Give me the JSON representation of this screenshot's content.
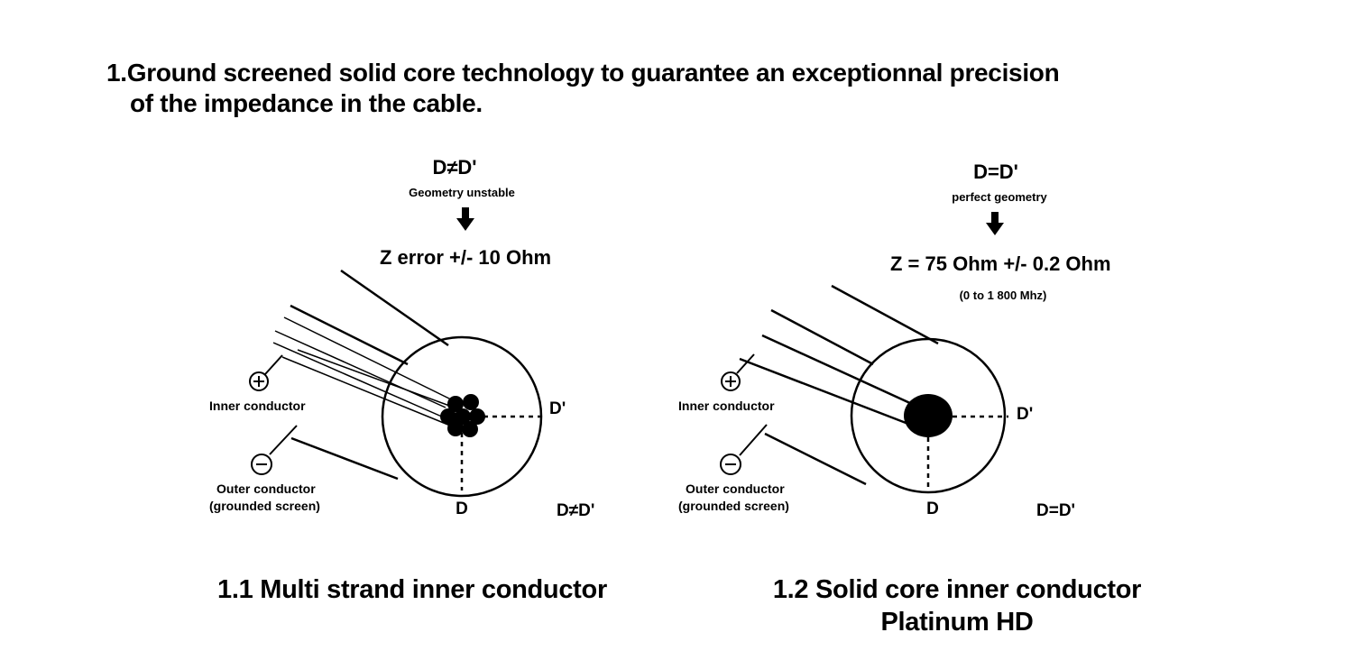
{
  "heading": {
    "bold_part": "1.Ground screened solid core technology",
    "rest_part": " to guarantee an exceptionnal precision",
    "line2": "of the impedance in the cable."
  },
  "left": {
    "condition": "D≠D'",
    "condition_note": "Geometry unstable",
    "result": "Z  error +/-  10 Ohm",
    "inner_label": "Inner conductor",
    "outer_label_1": "Outer conductor",
    "outer_label_2": "(grounded screen)",
    "dim_d": "D",
    "dim_d_prime": "D'",
    "relation": "D≠D'",
    "caption": "1.1 Multi strand inner conductor"
  },
  "right": {
    "condition": "D=D'",
    "condition_note": "perfect geometry",
    "result": "Z = 75 Ohm +/- 0.2 Ohm",
    "range": "(0 to 1 800 Mhz)",
    "inner_label": "Inner conductor",
    "outer_label_1": "Outer conductor",
    "outer_label_2": "(grounded screen)",
    "dim_d": "D",
    "dim_d_prime": "D'",
    "relation": "D=D'",
    "caption": "1.2 Solid core inner conductor",
    "caption_sub": "Platinum HD"
  },
  "icons": {
    "plus": "plus-circle-icon",
    "minus": "minus-circle-icon",
    "arrow": "down-arrow-icon"
  }
}
